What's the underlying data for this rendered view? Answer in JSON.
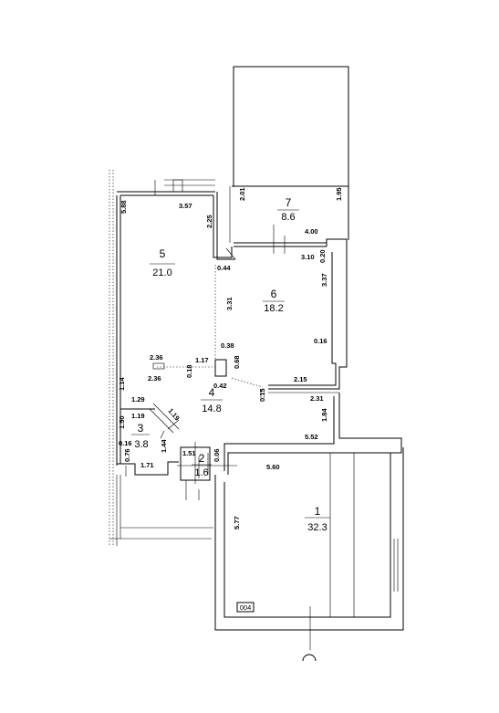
{
  "rooms": [
    {
      "number": "7",
      "area": "8.6"
    },
    {
      "number": "5",
      "area": "21.0"
    },
    {
      "number": "6",
      "area": "18.2"
    },
    {
      "number": "4",
      "area": "14.8"
    },
    {
      "number": "3",
      "area": "3.8"
    },
    {
      "number": "2",
      "area": "1.6"
    },
    {
      "number": "1",
      "area": "32.3"
    }
  ],
  "dimensions": {
    "d_201": "2.01",
    "d_195": "1.95",
    "d_400": "4.00",
    "d_588": "5.88",
    "d_357": "3.57",
    "d_225": "2.25",
    "d_310": "3.10",
    "d_020": "0.20",
    "d_044": "0.44",
    "d_337": "3.37",
    "d_331": "3.31",
    "d_038": "0.38",
    "d_016": "0.16",
    "d_236a": "2.36",
    "d_117": "1.17",
    "d_018": "0.18",
    "d_068": "0.68",
    "d_236b": "2.36",
    "d_042": "0.42",
    "d_215": "2.15",
    "d_114": "1.14",
    "d_015": "0.15",
    "d_231": "2.31",
    "d_129": "1.29",
    "d_119a": "1.19",
    "d_150": "1.50",
    "d_119b": "1.19",
    "d_184": "1.84",
    "d_144": "1.44",
    "d_552": "5.52",
    "d_016b": "0.16",
    "d_076": "0.76",
    "d_151": "1.51",
    "d_006": "0.06",
    "d_171": "1.71",
    "d_560": "5.60",
    "d_577": "5.77"
  },
  "label_box": "004"
}
